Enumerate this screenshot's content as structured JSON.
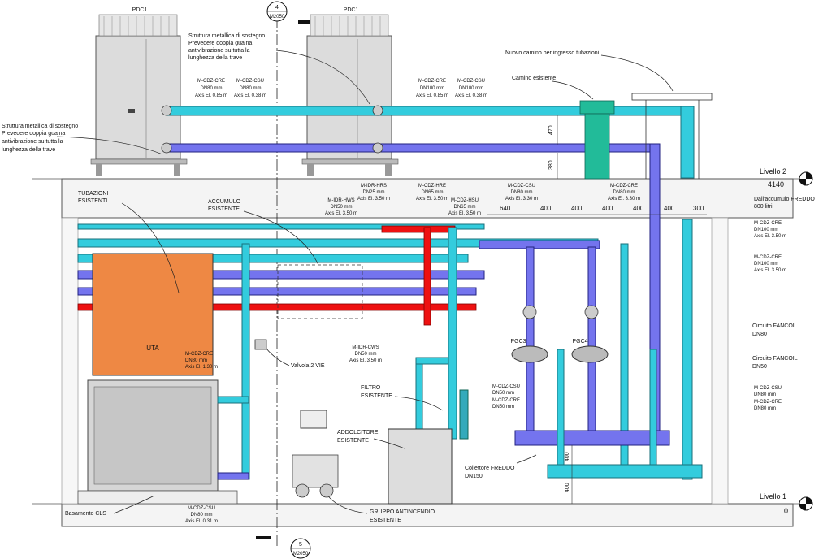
{
  "drawing": {
    "units": {
      "pdc_left": "PDC1",
      "pdc_right": "PDC1",
      "uta": "UTA",
      "pgc3": "PGC3",
      "pgc4": "PGC4"
    },
    "grid_markers": [
      {
        "num": "4",
        "ref": "M2050"
      },
      {
        "num": "5",
        "ref": "M2050"
      }
    ],
    "levels": [
      {
        "name": "Livello 2",
        "elev": "4140"
      },
      {
        "name": "Livello 1",
        "elev": "0"
      }
    ],
    "notes": {
      "struttura_top": [
        "Struttura metallica di sostegno",
        "Prevedere doppia guaina",
        "antivibrazione su tutta la",
        "lunghezza della trave"
      ],
      "struttura_left": [
        "Struttura metallica di sostegno",
        "Prevedere doppia guaina",
        "antivibrazione su tutta la",
        "lunghezza della trave"
      ],
      "nuovo_camino": "Nuovo camino per ingresso tubazioni",
      "camino_esistente": "Camino esistente",
      "tubazioni_esistenti": [
        "TUBAZIONI",
        "ESISTENTI"
      ],
      "accumulo_esistente": [
        "ACCUMULO",
        "ESISTENTE"
      ],
      "valvola": "Valvola 2 VIE",
      "filtro": [
        "FILTRO",
        "ESISTENTE"
      ],
      "addolcitore": [
        "ADDOLCITORE",
        "ESISTENTE"
      ],
      "gruppo": [
        "GRUPPO ANTINCENDIO",
        "ESISTENTE"
      ],
      "basamento": "Basamento CLS",
      "collettore": [
        "Collettore FREDDO",
        "DN150"
      ],
      "dall_accumulo": [
        "Dall'accumulo FREDDO",
        "800 litri"
      ],
      "circuito_80": [
        "Circuito FANCOIL",
        "DN80"
      ],
      "circuito_50": [
        "Circuito FANCOIL",
        "DN50"
      ]
    },
    "pipe_labels": {
      "pdc1_cre": [
        "M-CDZ-CRE",
        "DN80 mm",
        "Axis El. 0.85 m"
      ],
      "pdc1_csu": [
        "M-CDZ-CSU",
        "DN80 mm",
        "Axis El. 0.38 m"
      ],
      "pdc2_cre": [
        "M-CDZ-CRE",
        "DN100 mm",
        "Axis El. 0.85 m"
      ],
      "pdc2_csu": [
        "M-CDZ-CSU",
        "DN100 mm",
        "Axis El. 0.38 m"
      ],
      "idr_hrs": [
        "M-IDR-HRS",
        "DN25 mm",
        "Axis El. 3.50 m"
      ],
      "idr_hws": [
        "M-IDR-HWS",
        "DN50 mm",
        "Axis El. 3.50 m"
      ],
      "cdz_hre": [
        "M-CDZ-HRE",
        "DN65 mm",
        "Axis El. 3.50 m"
      ],
      "cdz_hsu": [
        "M-CDZ-HSU",
        "DN65 mm",
        "Axis El. 3.50 m"
      ],
      "cdz_csu_top": [
        "M-CDZ-CSU",
        "DN80 mm",
        "Axis El. 3.30 m"
      ],
      "cdz_cre_top": [
        "M-CDZ-CRE",
        "DN80 mm",
        "Axis El. 3.30 m"
      ],
      "right_cre1": [
        "M-CDZ-CRE",
        "DN100 mm",
        "Axis El. 3.50 m"
      ],
      "right_cre2": [
        "M-CDZ-CRE",
        "DN100 mm",
        "Axis El. 3.50 m"
      ],
      "uta_cre": [
        "M-CDZ-CRE",
        "DN80 mm",
        "Axis El. 1.30 m"
      ],
      "idr_cws": [
        "M-IDR-CWS",
        "DN50 mm",
        "Axis El. 3.50 m"
      ],
      "pgc3_csu": [
        "M-CDZ-CSU",
        "DN50 mm"
      ],
      "pgc3_cre": [
        "M-CDZ-CRE",
        "DN50 mm"
      ],
      "right_csu": [
        "M-CDZ-CSU",
        "DN80 mm"
      ],
      "right_cre3": [
        "M-CDZ-CRE",
        "DN80 mm"
      ],
      "bottom_csu": [
        "M-CDZ-CSU",
        "DN80 mm",
        "Axis El. 0.31 m"
      ]
    },
    "dims": {
      "d470": "470",
      "d380": "380",
      "spacing": [
        "640",
        "400",
        "400",
        "400",
        "400",
        "400",
        "300"
      ],
      "bottom": [
        "400",
        "400"
      ]
    }
  }
}
